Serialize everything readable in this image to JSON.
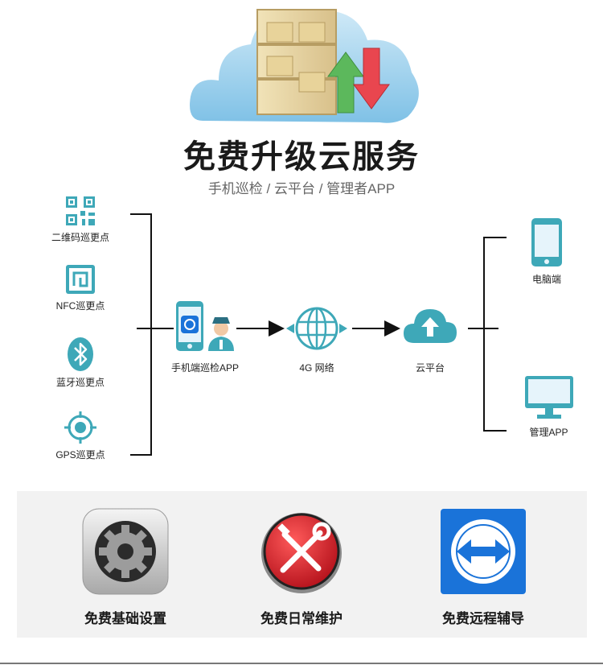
{
  "header": {
    "title": "免费升级云服务",
    "subtitle": "手机巡检 / 云平台 / 管理者APP"
  },
  "left_items": [
    {
      "label": "二维码巡更点",
      "icon": "qr-code-icon"
    },
    {
      "label": "NFC巡更点",
      "icon": "nfc-icon"
    },
    {
      "label": "蓝牙巡更点",
      "icon": "bluetooth-icon"
    },
    {
      "label": "GPS巡更点",
      "icon": "gps-icon"
    }
  ],
  "flow": {
    "app_label": "手机端巡检APP",
    "network_label": "4G 网络",
    "cloud_label": "云平台"
  },
  "right_items": [
    {
      "label": "电脑端",
      "icon": "phone-icon"
    },
    {
      "label": "管理APP",
      "icon": "monitor-icon"
    }
  ],
  "features": [
    {
      "label": "免费基础设置",
      "icon": "gear-icon"
    },
    {
      "label": "免费日常维护",
      "icon": "tools-icon"
    },
    {
      "label": "免费远程辅导",
      "icon": "remote-arrows-icon"
    }
  ],
  "colors": {
    "teal": "#3ea8b8",
    "title": "#1a1a1a",
    "panel_bg": "#f2f2f2",
    "red": "#d81e24",
    "blue": "#1a73d9"
  }
}
